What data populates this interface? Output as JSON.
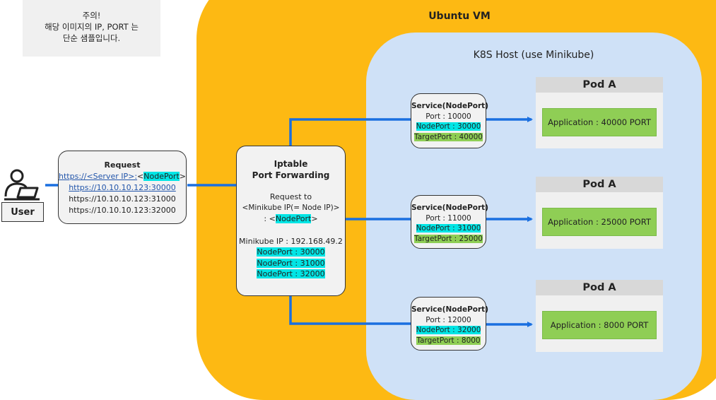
{
  "note": {
    "line1": "주의!",
    "line2": "해당 이미지의 IP, PORT 는",
    "line3": "단순 샘플입니다."
  },
  "vm": {
    "title": "Ubuntu VM"
  },
  "k8s": {
    "title": "K8S Host (use Minikube)"
  },
  "user": {
    "label": "User",
    "icon": "person-laptop-icon"
  },
  "request": {
    "title": "Request",
    "url_template_prefix": "https://<Server IP>:",
    "url_template_lt": "<",
    "url_template_nodeport": "NodePort",
    "url_template_gt": ">",
    "urls": [
      "https://10.10.10.123:30000",
      "https://10.10.10.123:31000",
      "https://10.10.10.123:32000"
    ]
  },
  "iptable": {
    "title1": "Iptable",
    "title2": "Port Forwarding",
    "req1": "Request to",
    "req2": "<Minikube IP(= Node IP)>",
    "req3_prefix": ": <",
    "req3_nodeport": "NodePort",
    "req3_suffix": ">",
    "minikube_ip": "Minikube IP : 192.168.49.2",
    "nodeports": [
      "NodePort : 30000",
      "NodePort : 31000",
      "NodePort : 32000"
    ]
  },
  "services": [
    {
      "title": "Service(NodePort)",
      "port": "Port : 10000",
      "nodeport": "NodePort : 30000",
      "targetport": "TargetPort : 40000"
    },
    {
      "title": "Service(NodePort)",
      "port": "Port : 11000",
      "nodeport": "NodePort : 31000",
      "targetport": "TargetPort : 25000"
    },
    {
      "title": "Service(NodePort)",
      "port": "Port : 12000",
      "nodeport": "NodePort : 32000",
      "targetport": "TargetPort : 8000"
    }
  ],
  "pods": [
    {
      "title": "Pod A",
      "app": "Application : 40000 PORT"
    },
    {
      "title": "Pod A",
      "app": "Application : 25000 PORT"
    },
    {
      "title": "Pod A",
      "app": "Application : 8000 PORT"
    }
  ],
  "colors": {
    "vm_bg": "#fdb913",
    "k8s_bg": "#cfe1f7",
    "arrow": "#1a6fe0",
    "nodeport_highlight": "#00e5e5",
    "targetport_highlight": "#8fce55"
  }
}
